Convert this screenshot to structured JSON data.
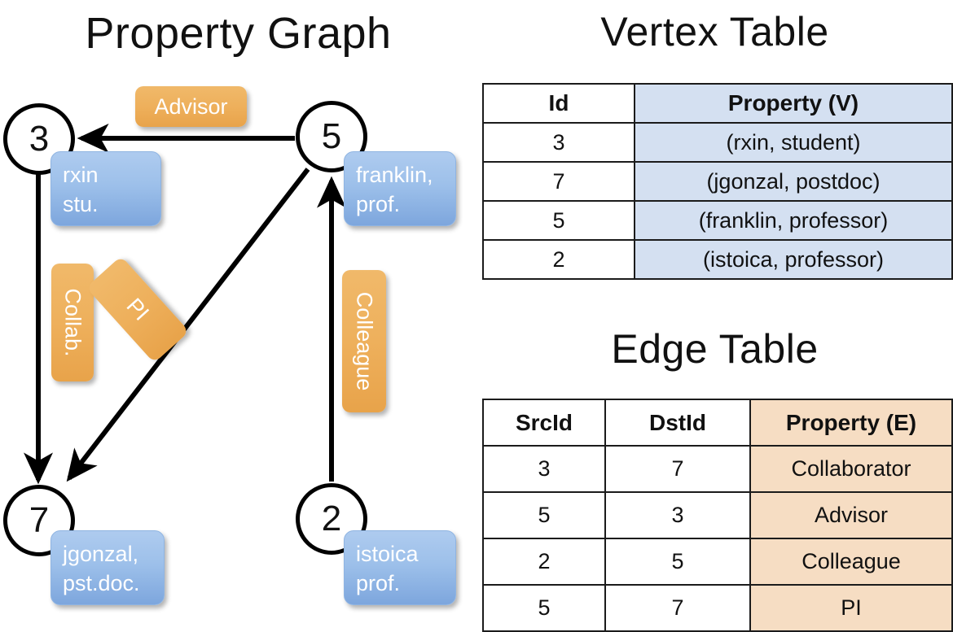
{
  "titles": {
    "property_graph": "Property Graph",
    "vertex_table": "Vertex Table",
    "edge_table": "Edge Table"
  },
  "graph": {
    "nodes": [
      {
        "id": "3",
        "property_text_line1": "rxin",
        "property_text_line2": "stu."
      },
      {
        "id": "5",
        "property_text_line1": "franklin,",
        "property_text_line2": "prof."
      },
      {
        "id": "7",
        "property_text_line1": "jgonzal,",
        "property_text_line2": "pst.doc."
      },
      {
        "id": "2",
        "property_text_line1": "istoica",
        "property_text_line2": "prof."
      }
    ],
    "edge_labels": [
      {
        "name": "advisor",
        "label": "Advisor"
      },
      {
        "name": "collab",
        "label": "Collab."
      },
      {
        "name": "pi",
        "label": "PI"
      },
      {
        "name": "colleague",
        "label": "Colleague"
      }
    ]
  },
  "vertex_table": {
    "headers": [
      "Id",
      "Property (V)"
    ],
    "rows": [
      [
        "3",
        "(rxin, student)"
      ],
      [
        "7",
        "(jgonzal, postdoc)"
      ],
      [
        "5",
        "(franklin, professor)"
      ],
      [
        "2",
        "(istoica, professor)"
      ]
    ]
  },
  "edge_table": {
    "headers": [
      "SrcId",
      "DstId",
      "Property (E)"
    ],
    "rows": [
      [
        "3",
        "7",
        "Collaborator"
      ],
      [
        "5",
        "3",
        "Advisor"
      ],
      [
        "2",
        "5",
        "Colleague"
      ],
      [
        "5",
        "7",
        "PI"
      ]
    ]
  },
  "colors": {
    "vertex_property_fill": "#d4e0f1",
    "edge_property_fill": "#f6ddc3",
    "node_box_blue": "#9dc0ea",
    "edge_label_orange": "#eeb05c",
    "stroke": "#000000"
  }
}
